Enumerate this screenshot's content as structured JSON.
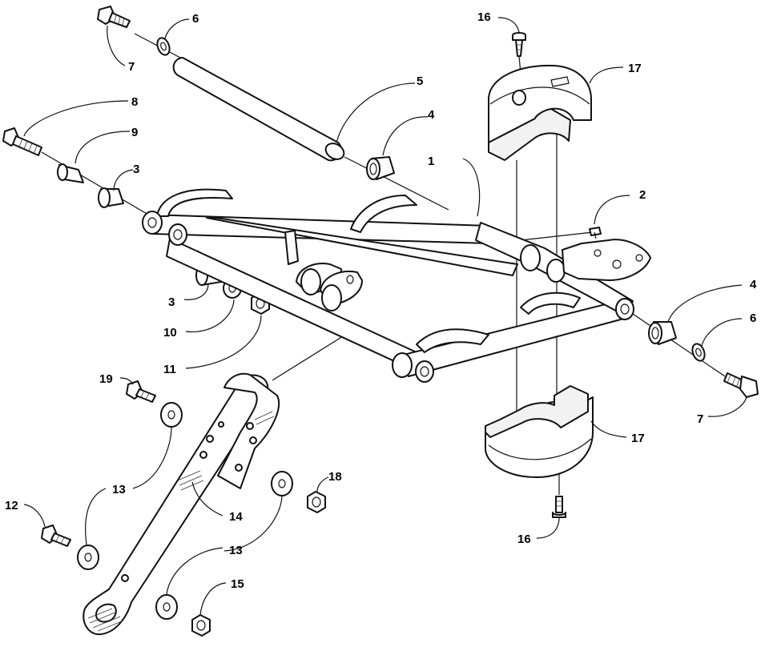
{
  "callouts": {
    "c1": "1",
    "c2": "2",
    "c3a": "3",
    "c3b": "3",
    "c4a": "4",
    "c4b": "4",
    "c5": "5",
    "c6a": "6",
    "c6b": "6",
    "c7a": "7",
    "c7b": "7",
    "c8": "8",
    "c9": "9",
    "c10": "10",
    "c11": "11",
    "c12": "12",
    "c13a": "13",
    "c13b": "13",
    "c14": "14",
    "c15": "15",
    "c16a": "16",
    "c16b": "16",
    "c17a": "17",
    "c17b": "17",
    "c18": "18",
    "c19": "19"
  }
}
